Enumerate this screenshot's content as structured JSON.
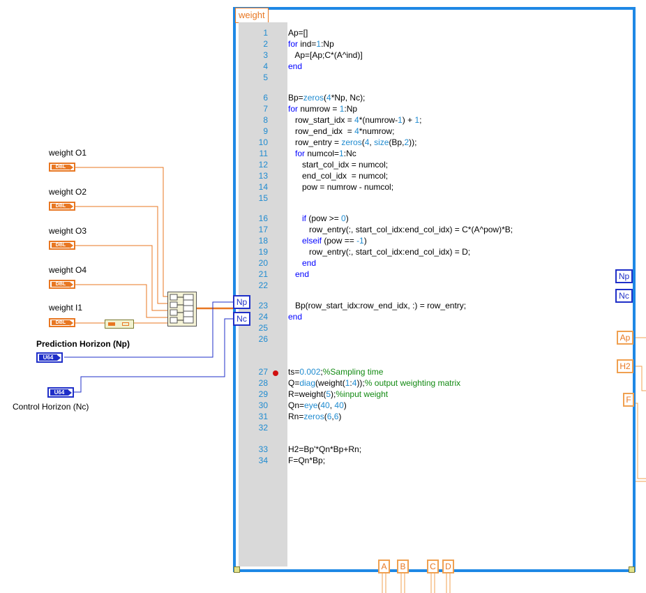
{
  "node": {
    "title": "weight"
  },
  "controls": {
    "weight_o1": "weight O1",
    "weight_o2": "weight O2",
    "weight_o3": "weight O3",
    "weight_o4": "weight O4",
    "weight_i1": "weight I1",
    "dbl_tag": "DBL",
    "prediction_horizon": "Prediction Horizon (Np)",
    "control_horizon": "Control Horizon (Nc)",
    "u64_tag": "U64"
  },
  "terminals": {
    "np_in": "Np",
    "nc_in": "Nc",
    "np_out": "Np",
    "nc_out": "Nc",
    "ap_out": "Ap",
    "h2_out": "H2",
    "f_out": "F",
    "a_in": "A",
    "b_in": "B",
    "c_in": "C",
    "d_in": "D"
  },
  "script_lines": [
    {
      "n": "1"
    },
    {
      "n": "2"
    },
    {
      "n": "3"
    },
    {
      "n": "4"
    },
    {
      "n": "5"
    },
    {
      "n": "6"
    },
    {
      "n": "7"
    },
    {
      "n": "8"
    },
    {
      "n": "9"
    },
    {
      "n": "10"
    },
    {
      "n": "11"
    },
    {
      "n": "12"
    },
    {
      "n": "13"
    },
    {
      "n": "14"
    },
    {
      "n": "15"
    },
    {
      "n": "16"
    },
    {
      "n": "17"
    },
    {
      "n": "18"
    },
    {
      "n": "19"
    },
    {
      "n": "20"
    },
    {
      "n": "21"
    },
    {
      "n": "22"
    },
    {
      "n": "23"
    },
    {
      "n": "24"
    },
    {
      "n": "25"
    },
    {
      "n": "26"
    },
    {
      "n": "27"
    },
    {
      "n": "28"
    },
    {
      "n": "29"
    },
    {
      "n": "30"
    },
    {
      "n": "31"
    },
    {
      "n": "32"
    },
    {
      "n": "33"
    },
    {
      "n": "34"
    }
  ],
  "code": {
    "l1": "Ap=[]",
    "l2a": "for",
    "l2b": " ind=",
    "l2c": "1",
    "l2d": ":Np",
    "l3": "   Ap=[Ap;C*(A^ind)]",
    "l4": "end",
    "l6a": "Bp=",
    "l6b": "zeros",
    "l6c": "(",
    "l6d": "4",
    "l6e": "*Np, Nc);",
    "l7a": "for",
    "l7b": " numrow = ",
    "l7c": "1",
    "l7d": ":Np",
    "l8a": "   row_start_idx = ",
    "l8b": "4",
    "l8c": "*(numrow-",
    "l8d": "1",
    "l8e": ") + ",
    "l8f": "1",
    "l8g": ";",
    "l9a": "   row_end_idx  = ",
    "l9b": "4",
    "l9c": "*numrow;",
    "l10a": "   row_entry = ",
    "l10b": "zeros",
    "l10c": "(",
    "l10d": "4",
    "l10e": ", ",
    "l10f": "size",
    "l10g": "(Bp,",
    "l10h": "2",
    "l10i": "));",
    "l11a": "   for",
    "l11b": " numcol=",
    "l11c": "1",
    "l11d": ":Nc",
    "l12": "      start_col_idx = numcol;",
    "l13": "      end_col_idx  = numcol;",
    "l14": "      pow = numrow - numcol;",
    "l16a": "      if",
    "l16b": " (pow >= ",
    "l16c": "0",
    "l16d": ")",
    "l17": "         row_entry(:, start_col_idx:end_col_idx) = C*(A^pow)*B;",
    "l18a": "      elseif",
    "l18b": " (pow == ",
    "l18c": "-1",
    "l18d": ")",
    "l19": "         row_entry(:, start_col_idx:end_col_idx) = D;",
    "l20": "      end",
    "l21": "   end",
    "l23": "   Bp(row_start_idx:row_end_idx, :) = row_entry;",
    "l24": "end",
    "l27a": "ts=",
    "l27b": "0.002",
    "l27c": ";",
    "l27d": "%Sampling time",
    "l28a": "Q=",
    "l28b": "diag",
    "l28c": "(weight(",
    "l28d": "1",
    "l28e": ":",
    "l28f": "4",
    "l28g": "));",
    "l28h": "% output weighting matrix",
    "l29a": "R=weight(",
    "l29b": "5",
    "l29c": ");",
    "l29d": "%input weight",
    "l30a": "Qn=",
    "l30b": "eye",
    "l30c": "(",
    "l30d": "40",
    "l30e": ", ",
    "l30f": "40",
    "l30g": ")",
    "l31a": "Rn=",
    "l31b": "zeros",
    "l31c": "(",
    "l31d": "6",
    "l31e": ",",
    "l31f": "6",
    "l31g": ")",
    "l33": "H2=Bp'*Qn*Bp+Rn;",
    "l34": "F=Qn*Bp;"
  },
  "colors": {
    "orange_wire": "#e87722",
    "blue_wire": "#1f2fc8",
    "frame": "#1e88e5"
  }
}
